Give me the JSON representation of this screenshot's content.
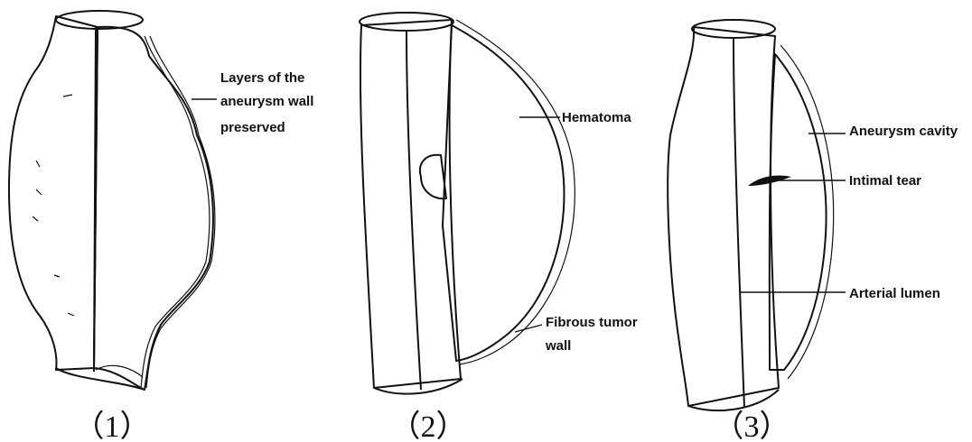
{
  "panels": [
    {
      "number": "（1）",
      "labels": [
        "Layers of the",
        "aneurysm wall",
        "preserved"
      ]
    },
    {
      "number": "（2）",
      "labels": [
        "Hematoma",
        "Fibrous tumor",
        "wall"
      ]
    },
    {
      "number": "（3）",
      "labels": [
        "Aneurysm cavity",
        "Intimal tear",
        "Arterial lumen"
      ]
    }
  ],
  "colors": {
    "ink": "#111111",
    "background": "#ffffff",
    "fill_texture": "#333333"
  }
}
